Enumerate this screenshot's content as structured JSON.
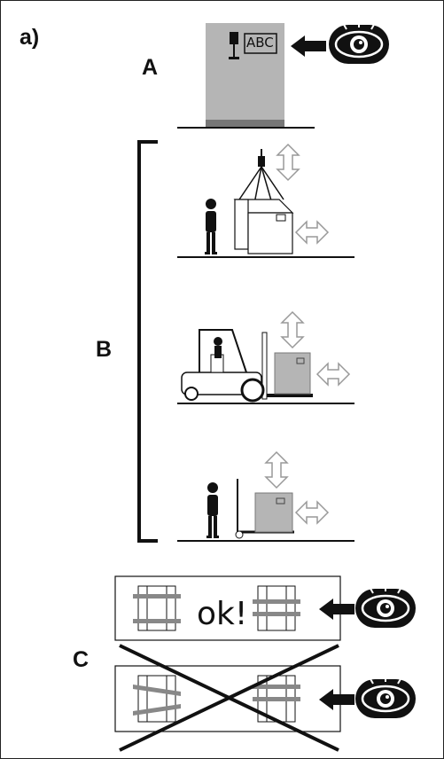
{
  "figure": {
    "panel_label": "a)",
    "step_a_label": "A",
    "step_b_label": "B",
    "step_c_label": "C",
    "package_marking": "ABC",
    "correct_text": "ok!"
  },
  "icons": [
    "eye-icon",
    "fragile-glass-icon",
    "crane-hook-icon",
    "forklift-icon",
    "pallet-truck-icon",
    "worker-icon",
    "up-down-arrow-icon",
    "left-right-arrow-icon",
    "left-arrow-icon",
    "cross-icon"
  ],
  "colors": {
    "package_gray": "#b5b5b5",
    "dark": "#111111"
  }
}
